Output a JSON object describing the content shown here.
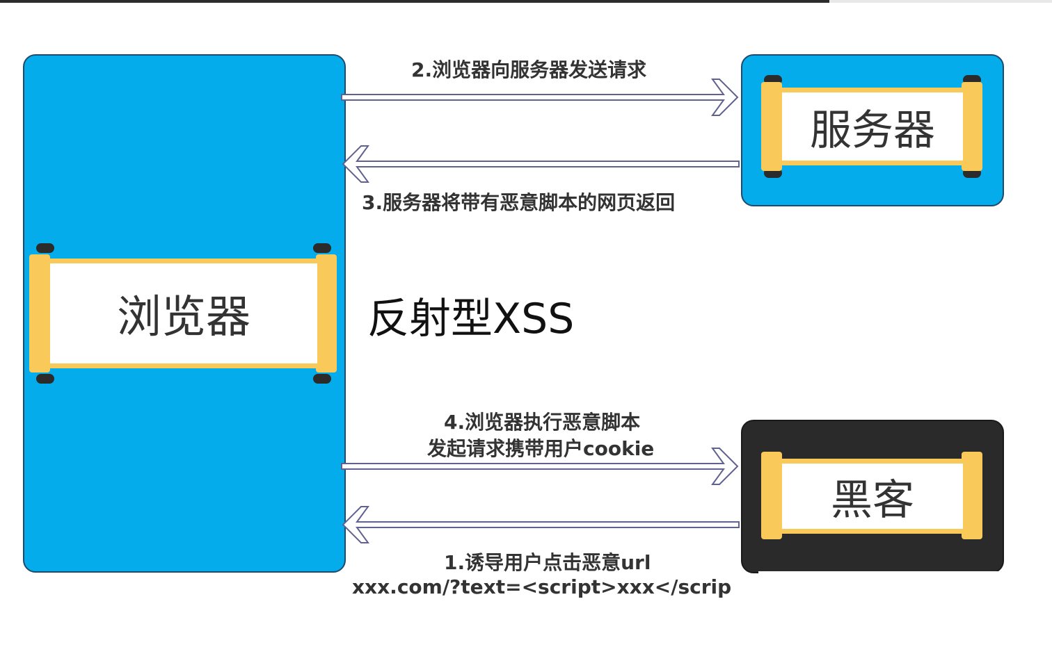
{
  "nodes": {
    "browser": "浏览器",
    "server": "服务器",
    "hacker": "黑客"
  },
  "title": "反射型XSS",
  "edges": {
    "step2": "2.浏览器向服务器发送请求",
    "step3": "3.服务器将带有恶意脚本的网页返回",
    "step4_line1": "4.浏览器执行恶意脚本",
    "step4_line2": "发起请求携带用户cookie",
    "step1_line1": "1.诱导用户点击恶意url",
    "step1_line2": "xxx.com/?text=<script>xxx</scrip"
  },
  "colors": {
    "node_blue": "#05aceb",
    "node_dark": "#2a2a2a",
    "scroll_gold": "#f9c95a",
    "arrow_outline": "#5f6190"
  }
}
